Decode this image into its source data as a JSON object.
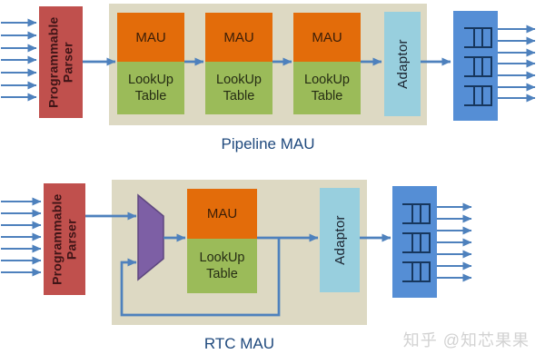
{
  "colors": {
    "container": "#DDD9C3",
    "parser": "#C0504D",
    "parser-text": "#3F1517",
    "mau": "#E36C0A",
    "mau-text": "#3B1E08",
    "lookup": "#9BBB59",
    "lookup-text": "#262D14",
    "adaptor": "#98CFDE",
    "adaptor-text": "#1B2430",
    "queue-box": "#558ED5",
    "queue-line": "#17375E",
    "mux": "#7D5FA5",
    "mux-edge": "#5E477F",
    "arrow": "#4E81BD",
    "title-text": "#1F497D",
    "watermark-text": "#D2D2D2"
  },
  "labels": {
    "parser": "Programmable\nParser",
    "mau": "MAU",
    "lookup_table": "LookUp\nTable",
    "adaptor": "Adaptor"
  },
  "diagrams": {
    "pipeline": {
      "title": "Pipeline MAU",
      "mau_stages": 3,
      "input_ports": 7,
      "output_ports": 7,
      "queues": 3
    },
    "rtc": {
      "title": "RTC MAU",
      "mau_stages": 1,
      "input_ports": 7,
      "output_ports": 7,
      "queues": 3,
      "has_multiplexer": true,
      "has_feedback_loop": true
    }
  },
  "watermark": "知乎 @知芯果果"
}
